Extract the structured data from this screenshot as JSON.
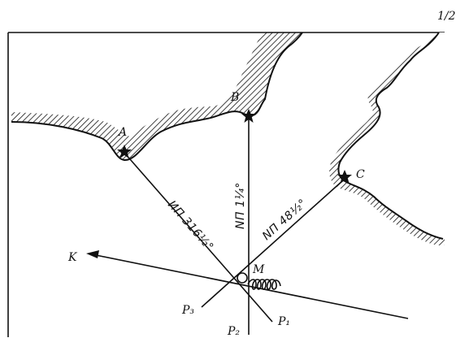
{
  "corner_label": "1/2",
  "landmarks": [
    {
      "id": "A",
      "label": "A"
    },
    {
      "id": "B",
      "label": "B"
    },
    {
      "id": "C",
      "label": "C"
    }
  ],
  "bearings": [
    {
      "to": "A",
      "text": "ИП 316½°"
    },
    {
      "to": "B",
      "text": "NП 1¼°"
    },
    {
      "to": "C",
      "text": "NП 48½°"
    }
  ],
  "fix_label": "M",
  "course_label": "K",
  "position_lines": [
    "P₁",
    "P₂",
    "P₃"
  ]
}
